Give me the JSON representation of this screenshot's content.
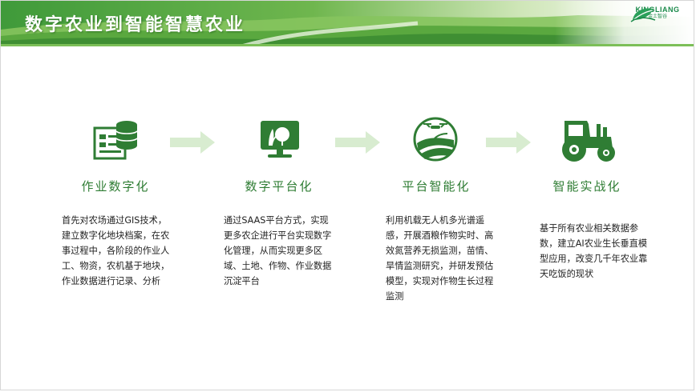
{
  "banner": {
    "title": "数字农业到智能智慧农业",
    "logo_word": "KINGLIANG",
    "logo_sub": "金土智谷"
  },
  "colors": {
    "accent_green": "#2f7d34",
    "arrow_green": "#d8ecd0",
    "text": "#222222"
  },
  "steps": [
    {
      "icon": "database-document-icon",
      "title": "作业数字化",
      "description": "首先对农场通过GIS技术，建立数字化地块档案，在农事过程中，各阶段的作业人工、物资，农机基于地块，作业数据进行记录、分析"
    },
    {
      "icon": "monitor-plant-icon",
      "title": "数字平台化",
      "description": "通过SAAS平台方式，实现更多农企进行平台实现数字化管理，从而实现更多区域、土地、作物、作业数据沉淀平台"
    },
    {
      "icon": "drone-field-icon",
      "title": "平台智能化",
      "description": "利用机载无人机多光谱遥感，开展酒粮作物实时、高效氮营养无损监测，苗情、旱情监测研究，并研发预估模型，实现对作物生长过程监测"
    },
    {
      "icon": "tractor-icon",
      "title": "智能实战化",
      "description": "基于所有农业相关数据参数，建立AI农业生长垂直模型应用，改变几千年农业靠天吃饭的现状"
    }
  ]
}
